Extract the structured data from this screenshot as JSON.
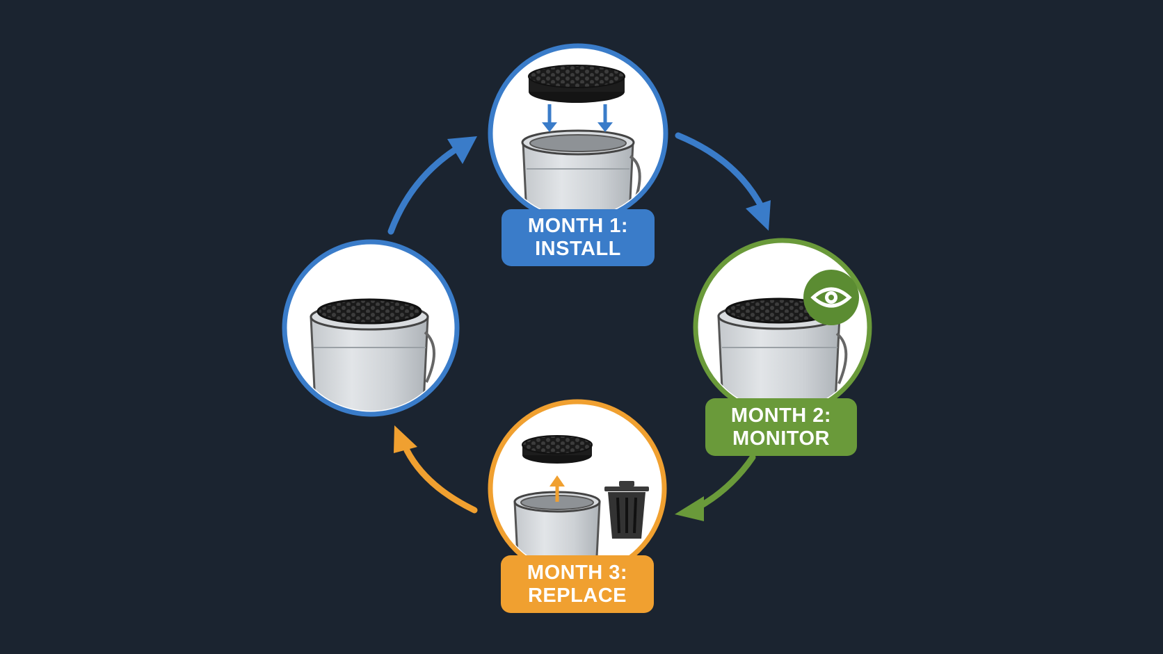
{
  "colors": {
    "background": "#1b2430",
    "install": "#3a7cc9",
    "monitor": "#6a9a3a",
    "replace": "#f0a030",
    "bucket": "#cfd3d7",
    "filter": "#1e1e1e"
  },
  "steps": [
    {
      "id": "install",
      "line1": "MONTH 1:",
      "line2": "INSTALL",
      "icon": "filter-insert-icon"
    },
    {
      "id": "monitor",
      "line1": "MONTH 2:",
      "line2": "MONITOR",
      "icon": "eye-icon"
    },
    {
      "id": "replace",
      "line1": "MONTH 3:",
      "line2": "REPLACE",
      "icon": "trash-can-icon"
    },
    {
      "id": "ready",
      "icon": "bucket-with-filter-icon"
    }
  ]
}
